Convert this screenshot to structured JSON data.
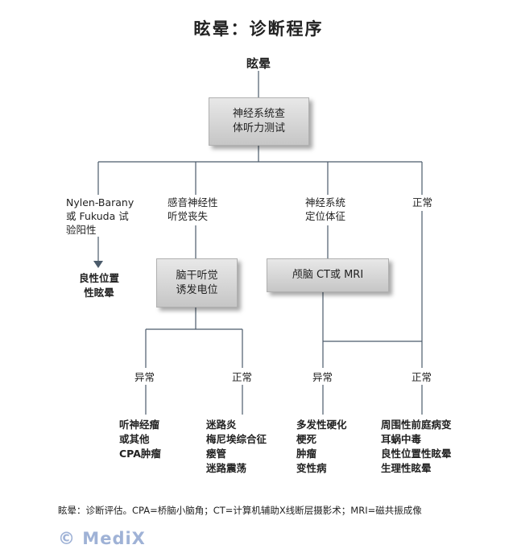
{
  "title": "眩晕：诊断程序",
  "root": "眩晕",
  "box_exam": [
    "神经系统查",
    "体听力测试"
  ],
  "branch1": [
    "Nylen-Barany",
    "或 Fukuda 试",
    "验阳性"
  ],
  "result1": [
    "良性位置",
    "性眩晕"
  ],
  "branch2": [
    "感音神经性",
    "听觉丧失"
  ],
  "branch3": [
    "神经系统",
    "定位体征"
  ],
  "branch4": "正常",
  "box_bse": [
    "脑干听觉",
    "诱发电位"
  ],
  "box_ct": "颅脑 CT或 MRI",
  "bse_abnormal": "异常",
  "bse_normal": "正常",
  "ct_abnormal": "异常",
  "ct_normal": "正常",
  "result_bse_abnormal": [
    "听神经瘤",
    "或其他",
    "CPA肿瘤"
  ],
  "result_bse_normal": [
    "迷路炎",
    "梅尼埃综合征",
    "瘘管",
    "迷路震荡"
  ],
  "result_ct_abnormal": [
    "多发性硬化",
    "梗死",
    "肿瘤",
    "变性病"
  ],
  "result_ct_normal": [
    "周围性前庭病变",
    "耳蜗中毒",
    "良性位置性眩晕",
    "生理性眩晕"
  ],
  "footnote": "眩晕：诊断评估。CPA=桥脑小脑角；CT=计算机辅助X线断层摄影术；MRI=磁共振成像",
  "logo": "© MediX",
  "colors": {
    "line": "#4b5b6b",
    "box_top": "#e8e8e8",
    "box_bottom": "#c6c6c6",
    "logo": "#9fb2d6"
  }
}
